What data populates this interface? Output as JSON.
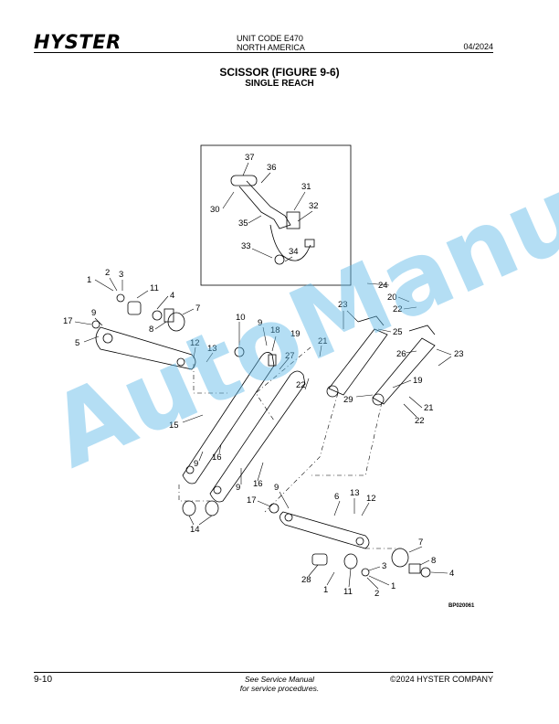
{
  "header": {
    "logo": "HYSTER",
    "unit_code": "UNIT CODE E470",
    "region": "NORTH AMERICA",
    "date": "04/2024"
  },
  "title": "SCISSOR (FIGURE 9-6)",
  "subtitle": "SINGLE REACH",
  "figure": {
    "art_code": "BP020061",
    "callouts": {
      "c37": "37",
      "c36": "36",
      "c31": "31",
      "c32": "32",
      "c30": "30",
      "c35": "35",
      "c33": "33",
      "c34": "34",
      "l1": "1",
      "l2": "2",
      "l3": "3",
      "l11": "11",
      "l4": "4",
      "l8": "8",
      "l7": "7",
      "l9": "9",
      "l17": "17",
      "l5": "5",
      "l10": "10",
      "l9b": "9",
      "l18": "18",
      "l21": "21",
      "l27": "27",
      "l12": "12",
      "l13": "13",
      "l19": "19",
      "l22": "22",
      "l15": "15",
      "l16": "16",
      "l9c": "9",
      "l9d": "9",
      "l16b": "16",
      "l14": "14",
      "r24": "24",
      "r20": "20",
      "r22": "22",
      "r23": "23",
      "r25": "25",
      "r26": "26",
      "r23b": "23",
      "r19": "19",
      "r29": "29",
      "r21": "21",
      "r22b": "22",
      "b17": "17",
      "b9": "9",
      "b6": "6",
      "b13": "13",
      "b12": "12",
      "b7": "7",
      "b8": "8",
      "b4": "4",
      "b28": "28",
      "b1": "1",
      "b11": "11",
      "b3": "3",
      "b1b": "1",
      "b2": "2"
    }
  },
  "footer": {
    "page_number": "9-10",
    "note_line1": "See Service Manual",
    "note_line2": "for service procedures.",
    "copyright": "©2024 HYSTER COMPANY"
  },
  "watermark": "AutoManual",
  "colors": {
    "watermark": "#5bb8e8"
  }
}
